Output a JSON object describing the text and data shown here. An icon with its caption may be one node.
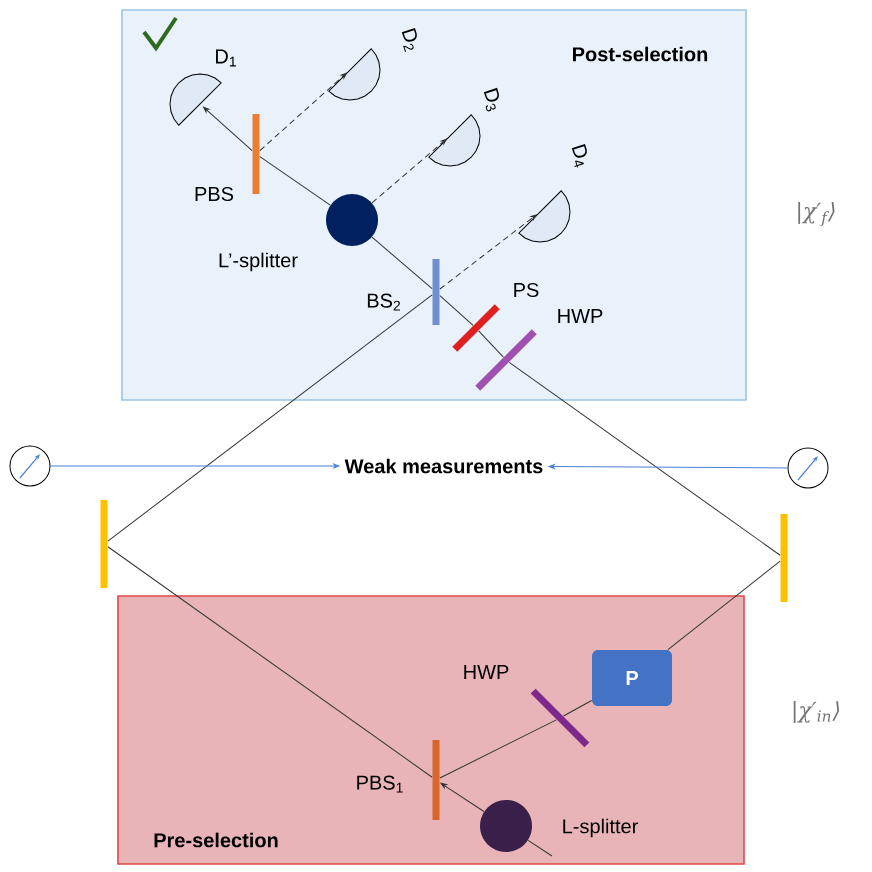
{
  "diagram": {
    "nodes": [
      {
        "text": [
          "Post-selection"
        ]
      },
      {
        "text": [
          "D$_{1}$"
        ],
        "in": 0
      },
      {
        "text": [
          "D$_{2}$"
        ],
        "in": 0
      },
      {
        "text": [
          "D$_{3}$"
        ],
        "in": 0
      },
      {
        "text": [
          "D$_{4}$"
        ],
        "in": 0
      },
      {
        "text": [
          "PBS"
        ],
        "in": 0
      },
      {
        "text": [
          "L’-splitter"
        ],
        "in": 0
      },
      {
        "text": [
          "BS$_{2}$"
        ],
        "in": 0
      },
      {
        "text": [
          "PS"
        ],
        "in": 0
      },
      {
        "text": [
          "HWP"
        ],
        "in": 0
      },
      {
        "text": [],
        "shape": "circle"
      },
      {
        "text": [
          "Weak measurements"
        ]
      },
      {
        "text": [],
        "shape": "circle"
      },
      {
        "text": [],
        "shape": "bar"
      },
      {
        "text": [],
        "shape": "bar"
      },
      {
        "text": [
          "Pre-selection"
        ]
      },
      {
        "text": [
          "P"
        ],
        "in": 15
      },
      {
        "text": [
          "HWP"
        ],
        "in": 15
      },
      {
        "text": [
          "PBS$_{1}$"
        ],
        "in": 15
      },
      {
        "text": [
          "L-splitter"
        ],
        "in": 15
      }
    ],
    "edges": [
      {
        "from": 19,
        "to": 18,
        "arrow": "to"
      },
      {
        "from": 18,
        "to": 13,
        "arrow": "none"
      },
      {
        "from": 18,
        "to": 17,
        "arrow": "none"
      },
      {
        "from": 17,
        "to": 16,
        "arrow": "none"
      },
      {
        "from": 16,
        "to": 14,
        "arrow": "none"
      },
      {
        "from": 13,
        "to": 7,
        "arrow": "none"
      },
      {
        "from": 14,
        "to": 9,
        "arrow": "none"
      },
      {
        "from": 9,
        "to": 8,
        "arrow": "none"
      },
      {
        "from": 8,
        "to": 7,
        "arrow": "none"
      },
      {
        "from": 7,
        "to": 6,
        "arrow": "none"
      },
      {
        "from": 6,
        "to": 5,
        "arrow": "none"
      },
      {
        "from": 5,
        "to": 1,
        "arrow": "to"
      },
      {
        "from": 5,
        "to": 2,
        "arrow": "to",
        "style": "dashed"
      },
      {
        "from": 6,
        "to": 3,
        "arrow": "to",
        "style": "dashed"
      },
      {
        "from": 7,
        "to": 4,
        "arrow": "to",
        "style": "dashed"
      },
      {
        "from": 10,
        "to": 11,
        "arrow": "to",
        "color": "#4a7fd6"
      },
      {
        "from": 12,
        "to": 11,
        "arrow": "to",
        "color": "#4a7fd6"
      }
    ],
    "labels": [
      "|χ′$_{f}$⟩",
      "|χ′$_{in}$⟩"
    ]
  }
}
